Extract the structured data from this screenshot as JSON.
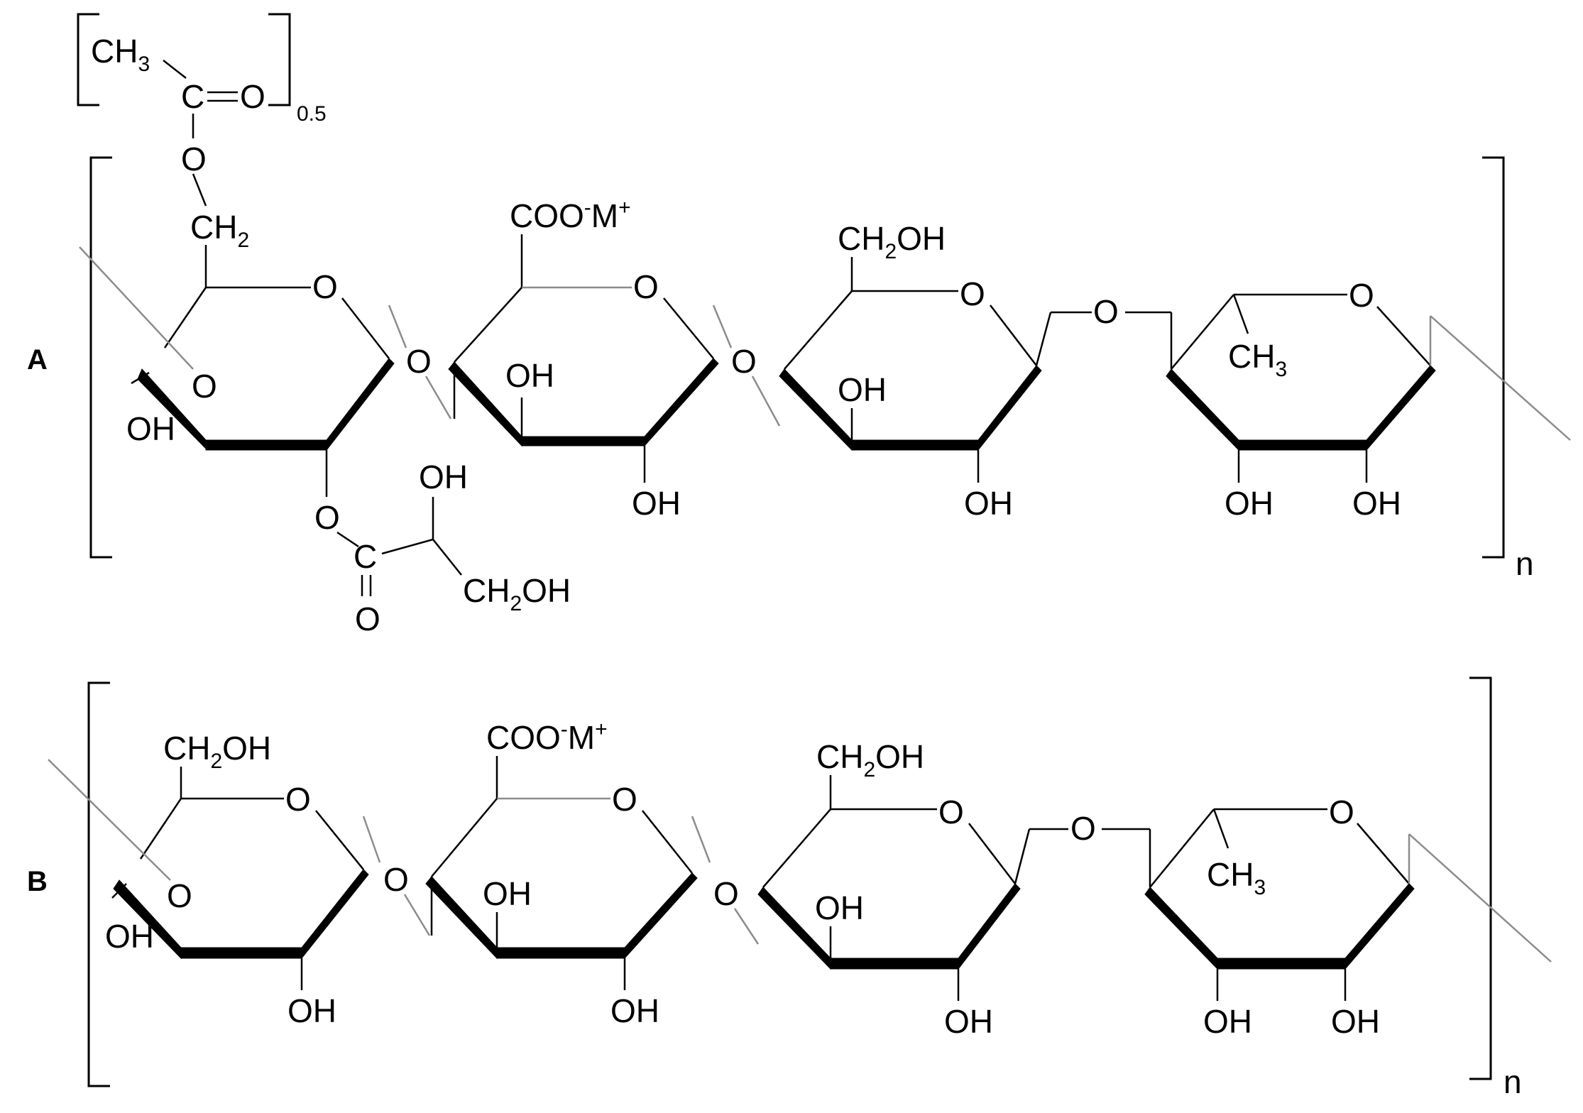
{
  "labels": {
    "panel_a": "A",
    "panel_b": "B",
    "repeat_n": "n",
    "ch3": "CH",
    "ch3_sub": "3",
    "ch2": "CH",
    "ch2_sub": "2",
    "ch2oh_prefix": "CH",
    "ch2oh_sub": "2",
    "ch2oh_suffix": "OH",
    "coo": "COO",
    "coo_charge": "-",
    "metal": "M",
    "metal_charge": "+",
    "oh": "OH",
    "o": "O",
    "c": "C",
    "double_bond_o": "=O",
    "acetyl_fraction": "0.5"
  }
}
